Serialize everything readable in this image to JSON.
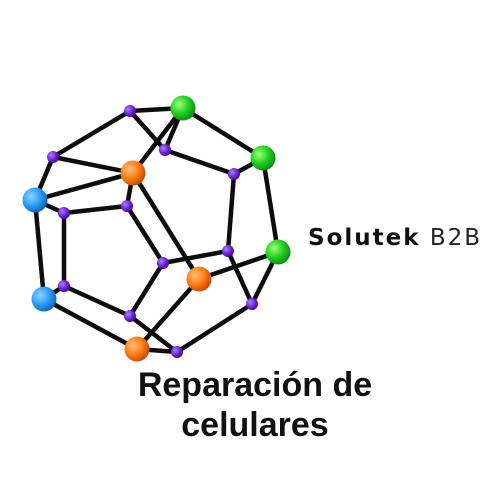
{
  "brand": {
    "name_bold": "Solutek",
    "name_light": "B2B"
  },
  "title": {
    "line1": "Reparación de",
    "line2": "celulares"
  },
  "logo": {
    "icon": "dodecahedron-molecule-icon",
    "colors": {
      "bond": "#0d0d0d",
      "small_atom": "#6a1fd6",
      "green_atom": "#1fcf1f",
      "orange_atom": "#ff7a12",
      "blue_atom": "#2a9cf5"
    }
  }
}
